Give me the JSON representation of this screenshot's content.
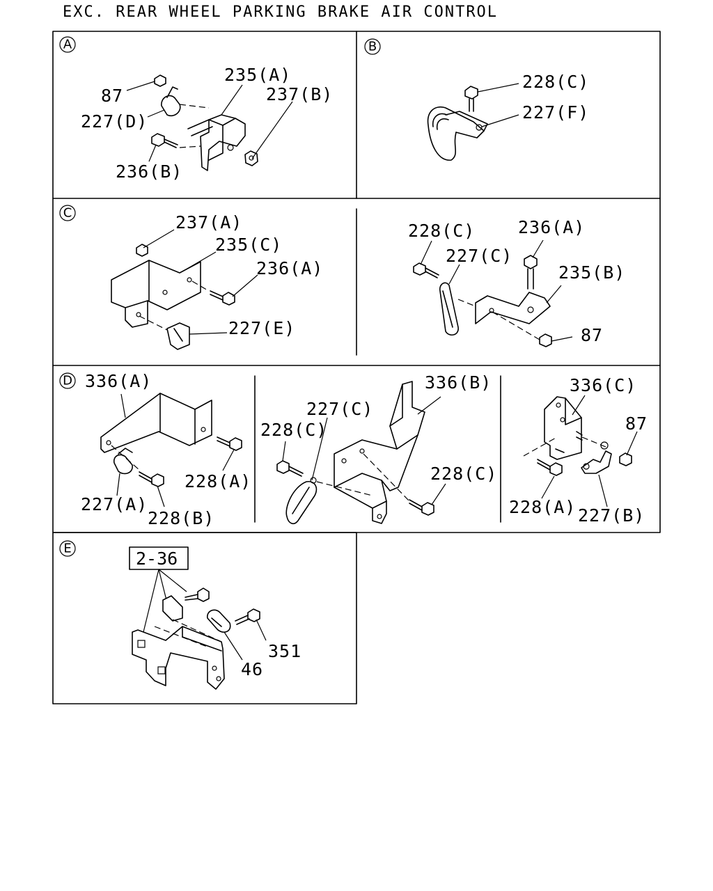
{
  "title": "EXC. REAR WHEEL PARKING BRAKE AIR CONTROL",
  "sections": {
    "A": {
      "mark": "A",
      "labels": [
        "87",
        "227(D)",
        "235(A)",
        "237(B)",
        "236(B)"
      ]
    },
    "B": {
      "mark": "B",
      "labels": [
        "228(C)",
        "227(F)"
      ]
    },
    "C": {
      "mark": "C",
      "labels": [
        "237(A)",
        "235(C)",
        "236(A)",
        "227(E)"
      ]
    },
    "C2": {
      "labels": [
        "228(C)",
        "227(C)",
        "236(A)",
        "235(B)",
        "87"
      ]
    },
    "D": {
      "mark": "D",
      "labels": [
        "336(A)",
        "228(A)",
        "227(A)",
        "228(B)"
      ]
    },
    "D2": {
      "labels": [
        "336(B)",
        "227(C)",
        "228(C)",
        "228(C)"
      ]
    },
    "D3": {
      "labels": [
        "336(C)",
        "87",
        "228(A)",
        "227(B)"
      ]
    },
    "E": {
      "mark": "E",
      "ref_box": "2-36",
      "labels": [
        "351",
        "46"
      ]
    }
  }
}
